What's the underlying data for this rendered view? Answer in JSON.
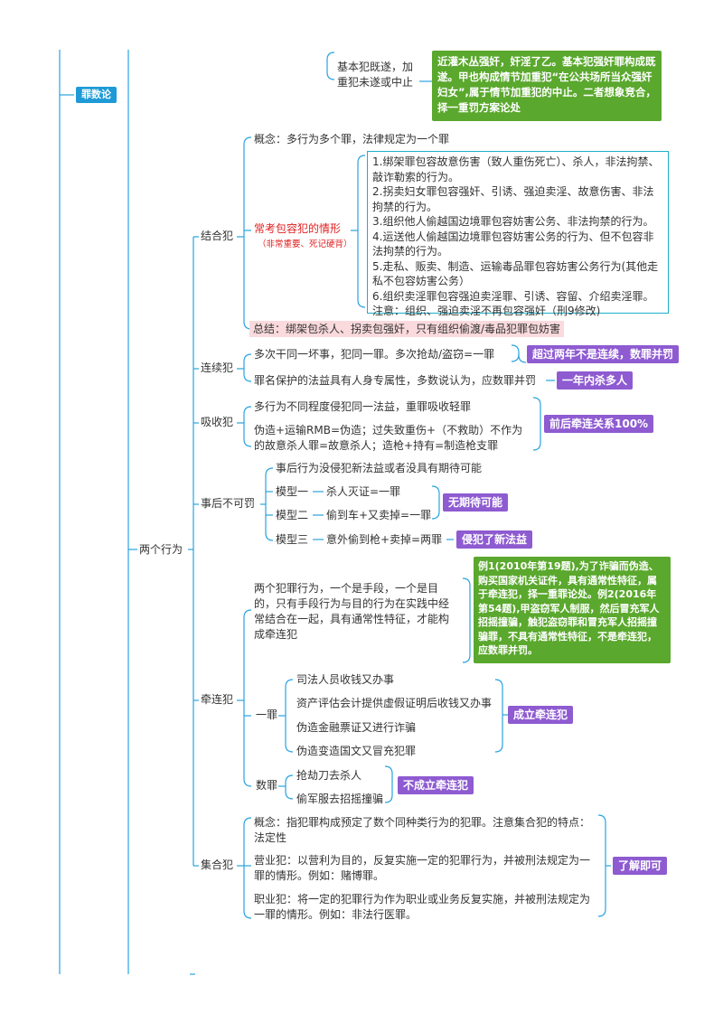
{
  "root": {
    "label": "罪数论"
  },
  "top": {
    "label_lines": [
      "基本犯既遂，加",
      "重犯未遂或中止"
    ],
    "note": "近灌木丛强奸，奸淫了乙。基本犯强奸罪构成既遂。甲也构成情节加重犯“在公共场所当众强奸妇女”,属于情节加重犯的中止。二者想象竞合，择一重罚方案论处"
  },
  "two_acts": {
    "label": "两个行为"
  },
  "jiehe": {
    "label": "结合犯",
    "concept": "概念：多行为多个罪，法律规定为一个罪",
    "often_title": "常考包容犯的情形",
    "often_sub": "（非常重要、死记硬背）",
    "list": [
      "1.绑架罪包容故意伤害（致人重伤死亡）、杀人，非法拘禁、敲诈勒索的行为。",
      "2.拐卖妇女罪包容强奸、引诱、强迫卖淫、故意伤害、非法拘禁的行为。",
      "3.组织他人偷越国边境罪包容妨害公务、非法拘禁的行为。",
      "4.运送他人偷越国边境罪包容妨害公务的行为、但不包容非法拘禁的行为。",
      "5.走私、贩卖、制造、运输毒品罪包容妨害公务行为(其他走私不包容妨害公务）",
      "6.组织卖淫罪包容强迫卖淫罪、引诱、容留、介绍卖淫罪。",
      "注意：组织、强迫卖淫不再包容强奸（刑9修改)"
    ],
    "summary": "总结：绑架包杀人、拐卖包强奸，只有组织偷渡/毒品犯罪包妨害"
  },
  "lianxu": {
    "label": "连续犯",
    "items": [
      "多次干同一坏事，犯同一罪。多次抢劫/盗窃=一罪",
      "罪名保护的法益具有人身专属性，多数说认为，应数罪并罚"
    ],
    "tags": [
      "超过两年不是连续，数罪并罚",
      "一年内杀多人"
    ]
  },
  "xishou": {
    "label": "吸收犯",
    "item1": "多行为不同程度侵犯同一法益，重罪吸收轻罪",
    "item2_lines": [
      "伪造+运输RMB=伪造；过失致重伤+（不救助）不作为",
      "的故意杀人罪=故意杀人；造枪+持有=制造枪支罪"
    ],
    "tag": "前后牵连关系100%"
  },
  "shihou": {
    "label": "事后不可罚",
    "head": "事后行为没侵犯新法益或者没具有期待可能",
    "models": [
      {
        "name": "模型一",
        "text": "杀人灭证=一罪"
      },
      {
        "name": "模型二",
        "text": "偷到车+又卖掉=一罪"
      },
      {
        "name": "模型三",
        "text": "意外偷到枪+卖掉=两罪"
      }
    ],
    "tag1": "无期待可能",
    "tag2": "侵犯了新法益"
  },
  "qianlian": {
    "label": "牵连犯",
    "def_lines": [
      "两个犯罪行为，一个是手段，一个是目",
      "的，只有手段行为与目的行为在实践中经",
      "常结合在一起，具有通常性特征，才能构",
      "成牵连犯"
    ],
    "example": "例1(2010年第19题),为了诈骗而伪造、购买国家机关证件，具有通常性特征，属于牵连犯，择一重罪论处。例2(2016年第54题),甲盗窃军人制服，然后冒充军人招摇撞骗，触犯盗窃罪和冒充军人招摇撞骗罪，不具有通常性特征，不是牵连犯，应数罪并罚。",
    "yizui": "一罪",
    "yizui_items": [
      "司法人员收钱又办事",
      "资产评估会计提供虚假证明后收钱又办事",
      "伪造金融票证又进行诈骗",
      "伪造变造国文又冒充犯罪"
    ],
    "tag_yes": "成立牵连犯",
    "shuzui": "数罪",
    "shuzui_items": [
      "抢劫刀去杀人",
      "偷军服去招摇撞骗"
    ],
    "tag_no": "不成立牵连犯"
  },
  "jihe": {
    "label": "集合犯",
    "items": [
      "概念：指犯罪构成预定了数个同种类行为的犯罪。注意集合犯的特点：法定性",
      "营业犯：以营利为目的，反复实施一定的犯罪行为，并被刑法规定为一罪的情形。例如：赌博罪。",
      "职业犯：将一定的犯罪行为作为职业或业务反复实施，并被刑法规定为一罪的情形。例如：非法行医罪。"
    ],
    "tag": "了解即可"
  },
  "colors": {
    "line": "#29a3e0",
    "purple": "#8e5bd1",
    "green": "#5aa82d",
    "red": "#e02020",
    "pink": "#fadadd",
    "cyan": "#1bb0c9"
  }
}
